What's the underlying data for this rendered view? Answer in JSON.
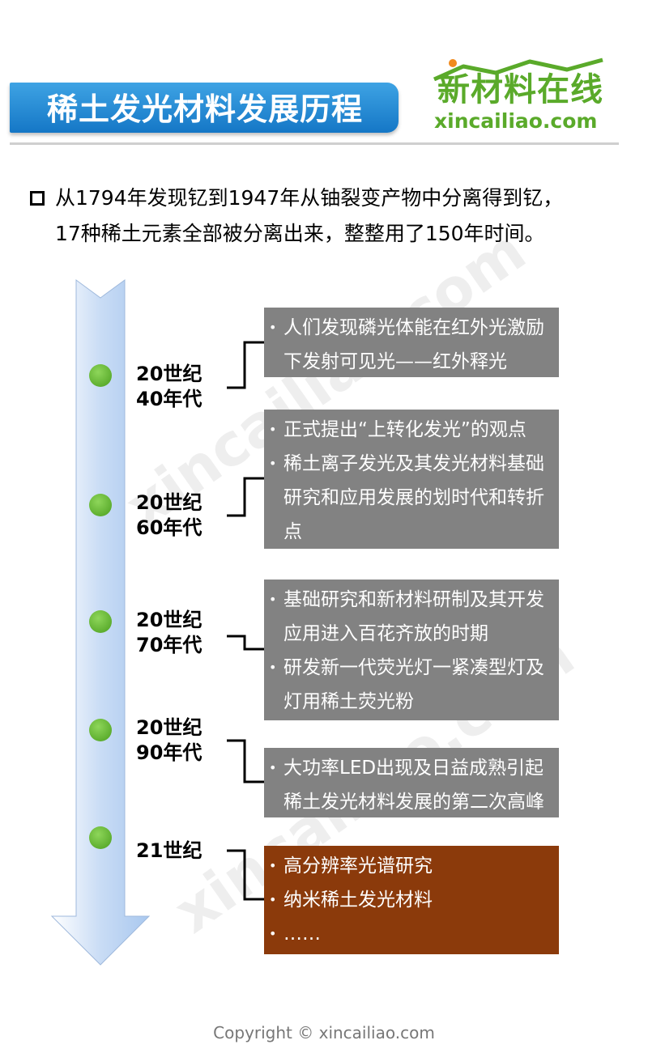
{
  "header": {
    "title": "稀土发光材料发展历程",
    "logo_cn": "新材料在线",
    "logo_en": "xincailiao.com"
  },
  "intro": {
    "line1": "从1794年发现钇到1947年从铀裂变产物中分离得到钇，",
    "line2": "17种稀土元素全部被分离出来，整整用了150年时间。"
  },
  "watermark": "xincailiao.com",
  "timeline": [
    {
      "era_line1": "20世纪",
      "era_line2": "40年代",
      "items": [
        "人们发现磷光体能在红外光激励下发射可见光——红外释光"
      ]
    },
    {
      "era_line1": "20世纪",
      "era_line2": "60年代",
      "items": [
        "正式提出“上转化发光”的观点",
        "稀土离子发光及其发光材料基础研究和应用发展的划时代和转折点"
      ]
    },
    {
      "era_line1": "20世纪",
      "era_line2": "70年代",
      "items": [
        "基础研究和新材料研制及其开发应用进入百花齐放的时期",
        "研发新一代荧光灯一紧凑型灯及灯用稀土荧光粉"
      ]
    },
    {
      "era_line1": "20世纪",
      "era_line2": "90年代",
      "items": [
        "大功率LED出现及日益成熟引起稀土发光材料发展的第二次高峰"
      ]
    },
    {
      "era_line1": "21世纪",
      "era_line2": "",
      "items": [
        "高分辨率光谱研究",
        "纳米稀土发光材料",
        "……"
      ]
    }
  ],
  "bullet_char": "•",
  "copyright": "Copyright © xincailiao.com",
  "colors": {
    "title_bar": "#1e88d6",
    "logo_green": "#5aaa2a",
    "gray_box": "#828282",
    "brown_box": "#8b3a0b",
    "dot_green": "#5cb82e",
    "arrow_blue": "#a9c8ef"
  }
}
